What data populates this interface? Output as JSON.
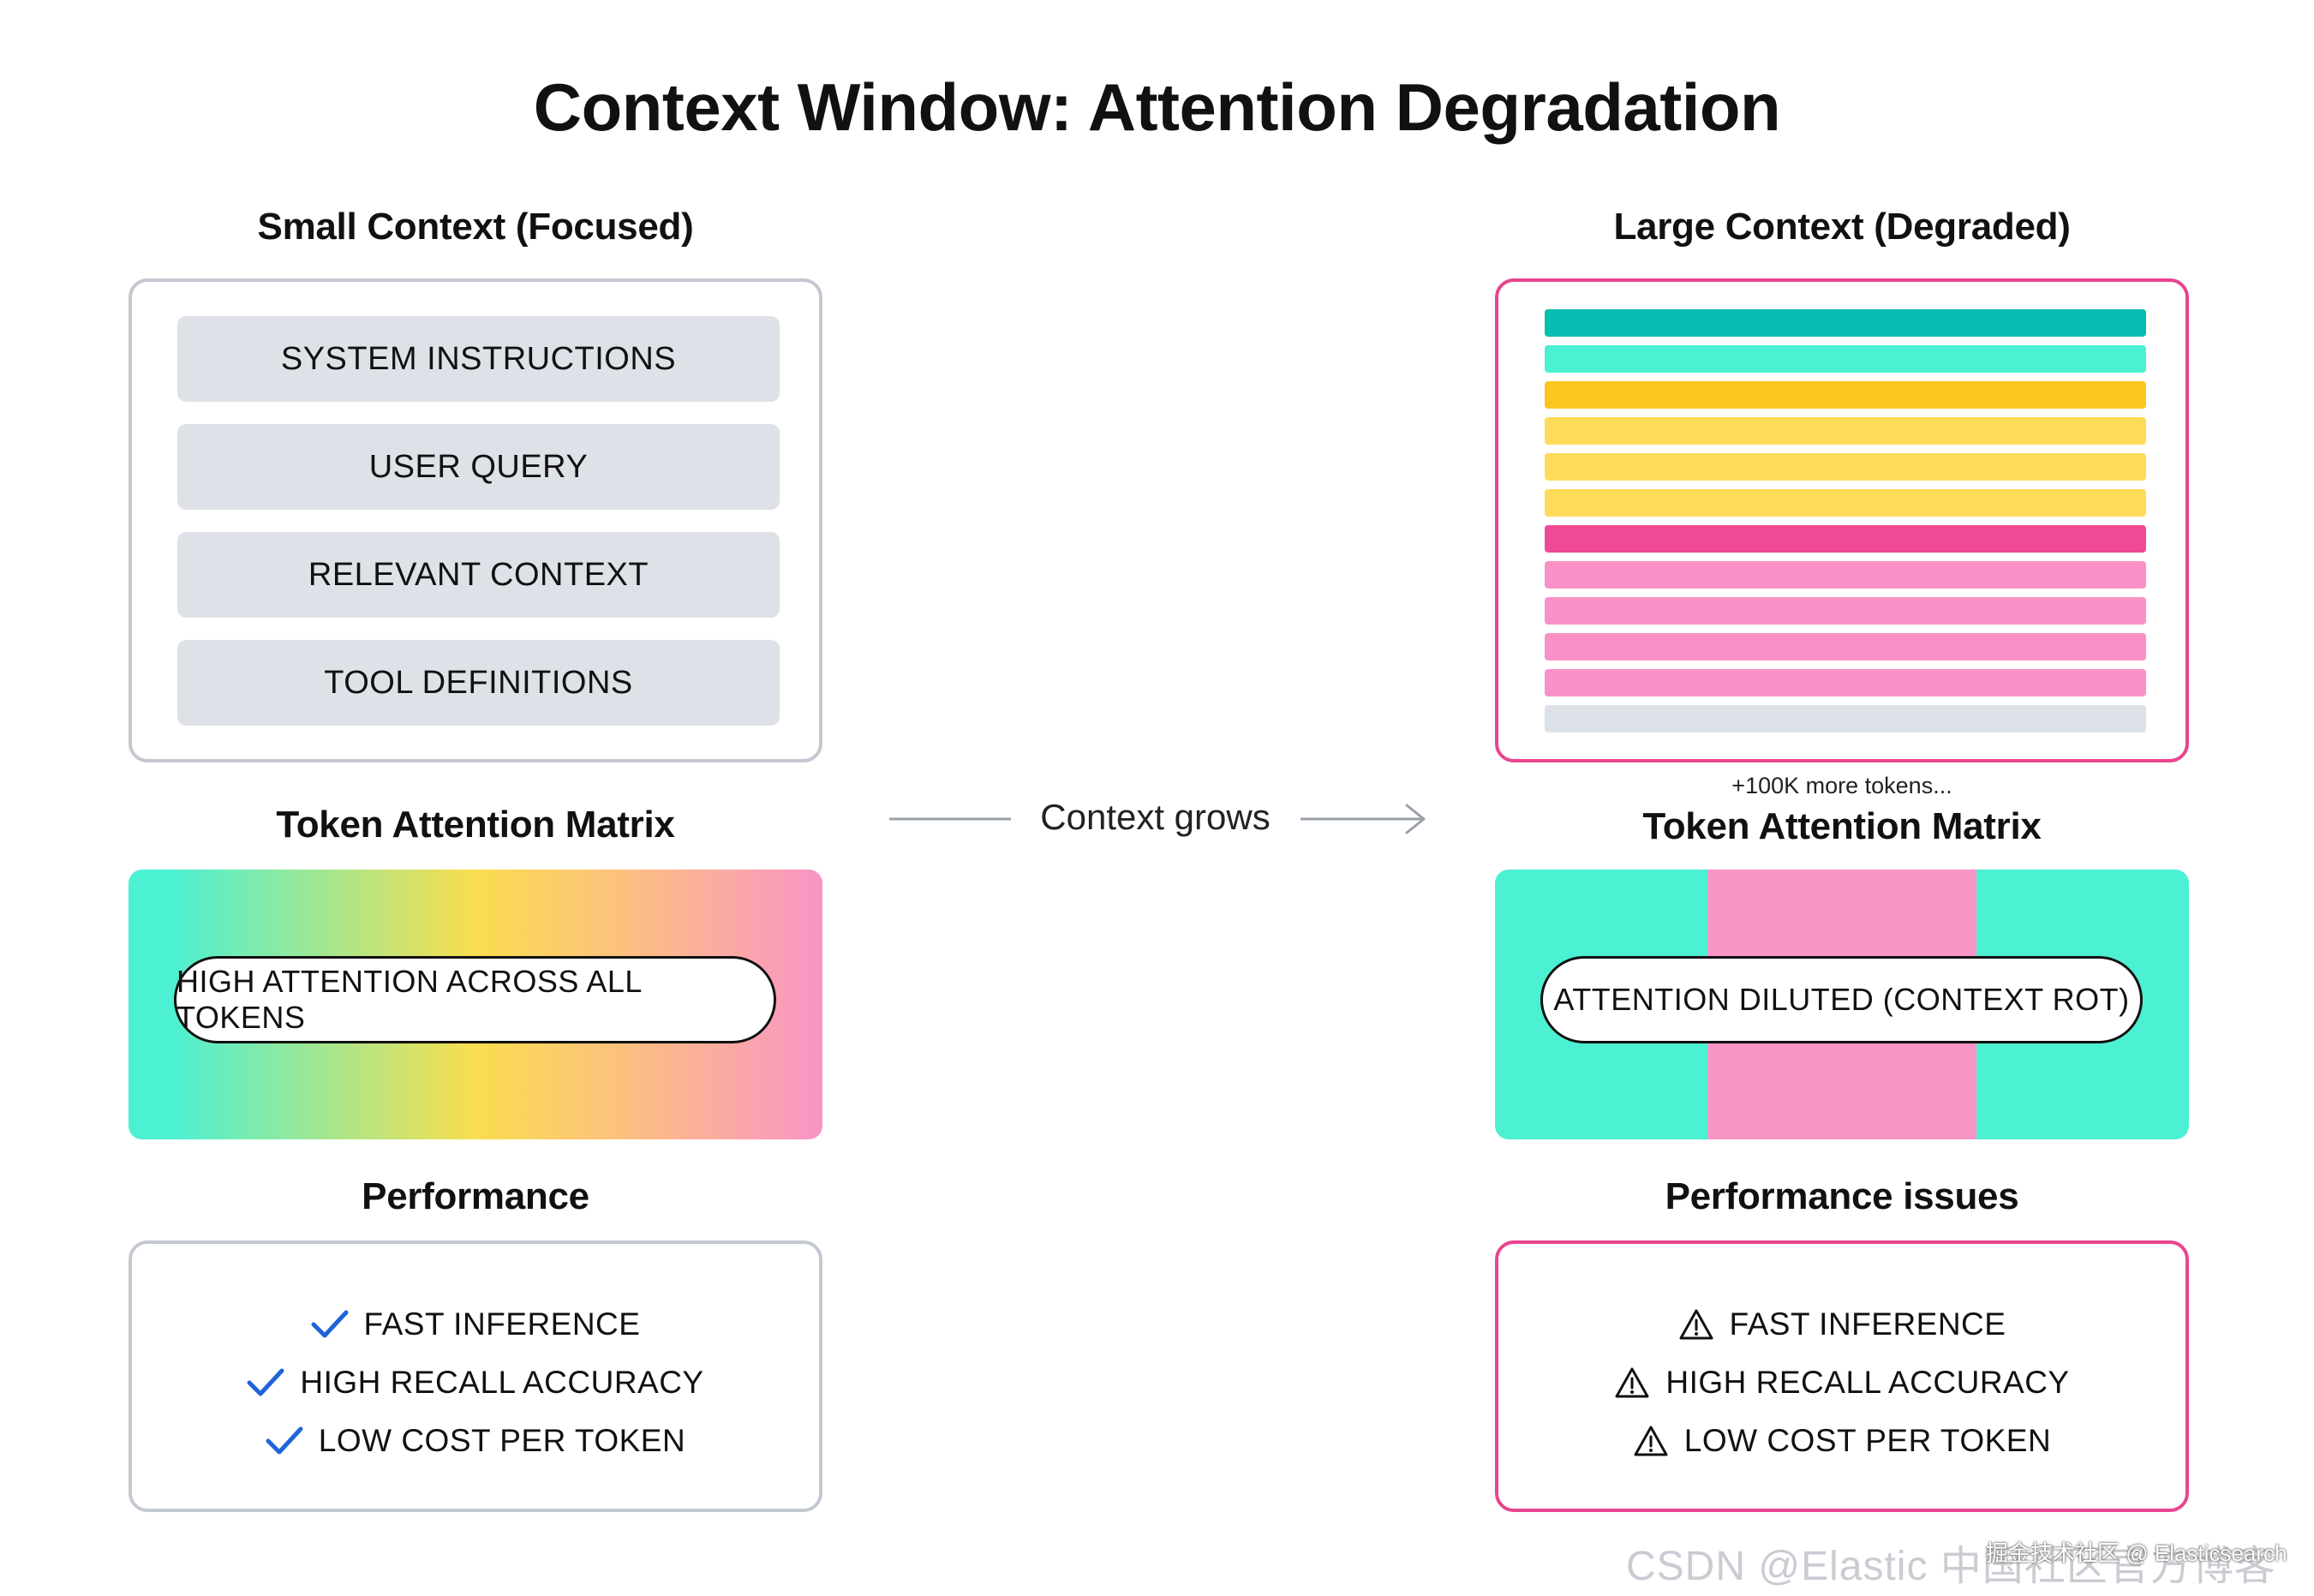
{
  "title": "Context Window: Attention Degradation",
  "left": {
    "heading": "Small Context (Focused)",
    "items": [
      "SYSTEM INSTRUCTIONS",
      "USER QUERY",
      "RELEVANT CONTEXT",
      "TOOL DEFINITIONS"
    ],
    "matrix_heading": "Token Attention Matrix",
    "matrix_label": "HIGH ATTENTION ACROSS ALL TOKENS",
    "performance_heading": "Performance",
    "performance_items": [
      "FAST INFERENCE",
      "HIGH RECALL ACCURACY",
      "LOW COST PER TOKEN"
    ],
    "performance_icon": "checkmark-icon"
  },
  "middle": {
    "label": "Context grows",
    "icon": "arrow-right-icon"
  },
  "right": {
    "heading": "Large Context (Degraded)",
    "bar_colors": [
      "#05bdb0",
      "#4cf0d2",
      "#fdc61f",
      "#fedc5a",
      "#fedc5a",
      "#fedc5a",
      "#f04a94",
      "#f991c6",
      "#f991c6",
      "#f991c6",
      "#f991c6",
      "#dde2e8"
    ],
    "more_tokens": "+100K more tokens...",
    "matrix_heading": "Token Attention Matrix",
    "matrix_label": "ATTENTION DILUTED (CONTEXT ROT)",
    "performance_heading": "Performance issues",
    "performance_items": [
      "FAST INFERENCE",
      "HIGH RECALL ACCURACY",
      "LOW COST PER TOKEN"
    ],
    "performance_icon": "warning-icon"
  },
  "colors": {
    "teal": "#4cf0d2",
    "yellow": "#fadd4f",
    "pink": "#f994c6",
    "accent_pink": "#e8458f",
    "grey_border": "#c3c8d1",
    "item_grey": "#dee2e8",
    "check_blue": "#1f64d8"
  },
  "watermark": {
    "main": "CSDN @Elastic 中国社区官方博客",
    "overlay": "掘金技术社区 @ Elasticsearch"
  }
}
